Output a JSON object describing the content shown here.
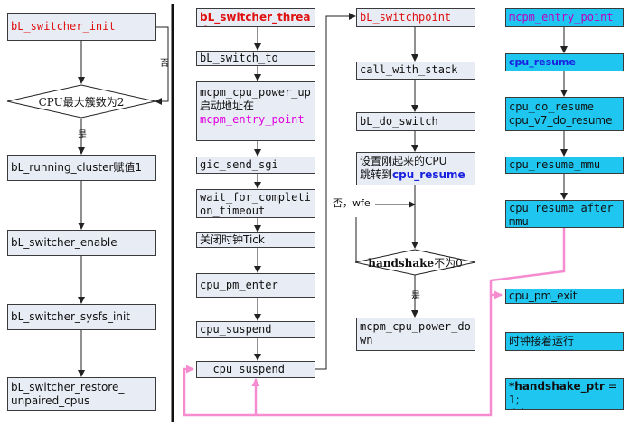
{
  "colors": {
    "box_fill": "#e8ecf4",
    "cyan_fill": "#1ec6f0",
    "accent_red": "#e01010",
    "accent_magenta": "#e000e0",
    "accent_blue": "#1a22e0",
    "link_pink": "#f58cd0"
  },
  "col1": {
    "init": "bL_switcher_init",
    "decision": "CPU最大簇数为2",
    "no_label": "否",
    "yes_label": "是",
    "running_cluster": "bL_running_cluster赋值1",
    "enable": "bL_switcher_enable",
    "sysfs_init": "bL_switcher_sysfs_init",
    "restore_line1": "bL_switcher_restore_",
    "restore_line2": "unpaired_cpus"
  },
  "col2": {
    "thread": "bL_switcher_thread",
    "switch_to": "bL_switch_to",
    "power_up_line1": "mcpm_cpu_power_up",
    "power_up_line2": "启动地址在",
    "power_up_line3": "mcpm_entry_point",
    "gic": "gic_send_sgi",
    "wait": "wait_for_completion_timeout",
    "tick": "关闭时钟Tick",
    "pm_enter": "cpu_pm_enter",
    "suspend": "cpu_suspend",
    "cpu_suspend2": "__cpu_suspend"
  },
  "col3": {
    "switchpoint": "bL_switchpoint",
    "call_stack": "call_with_stack",
    "do_switch": "bL_do_switch",
    "set_cpu_line1": "设置刚起来的CPU",
    "set_cpu_line2_prefix": "跳转到",
    "set_cpu_line2_link": "cpu_resume",
    "no_wfe": "否，wfe",
    "handshake_bold": "handshake",
    "handshake_rest": "不为0",
    "yes_label": "是",
    "power_down": "mcpm_cpu_power_down"
  },
  "col4": {
    "entry": "mcpm_entry_point",
    "resume": "cpu_resume",
    "do_resume_line1": "cpu_do_resume",
    "do_resume_line2": "cpu_v7_do_resume",
    "resume_mmu": "cpu_resume_mmu",
    "after_mmu": "cpu_resume_after_mmu",
    "pm_exit": "cpu_pm_exit",
    "clock_run": "时钟接着运行",
    "handshake_bold": "*handshake_ptr",
    "handshake_rest": " = 1;",
    "dsb": "dsb_sev"
  }
}
